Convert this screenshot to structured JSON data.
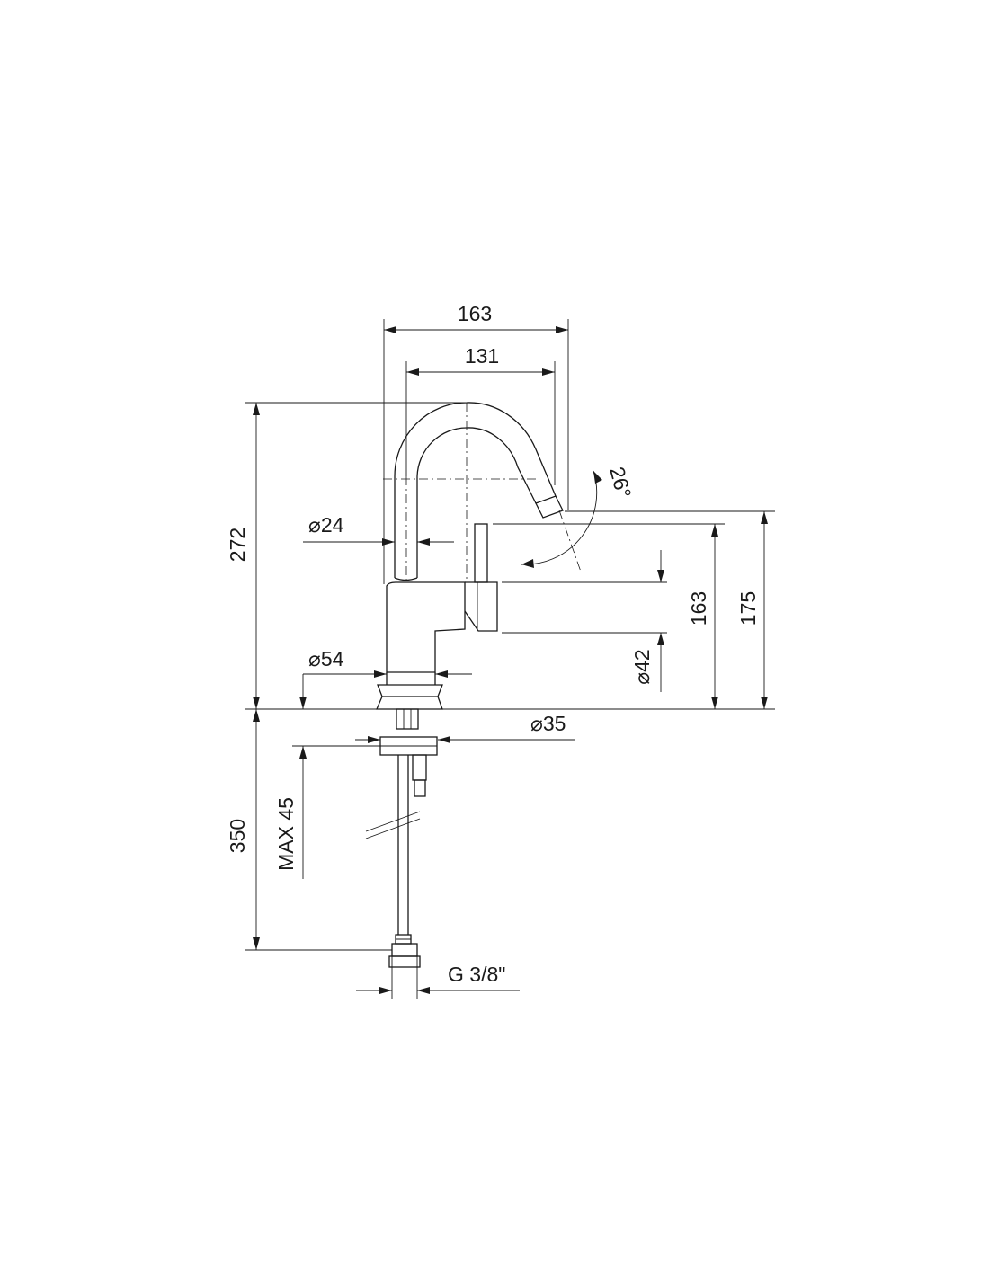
{
  "drawing": {
    "colors": {
      "ink": "#1a1a1a",
      "background": "#ffffff"
    },
    "dimensions": {
      "width_overall": "163",
      "width_spout": "131",
      "height_total": "272",
      "diameter_spout": "⌀24",
      "angle_spout": "26°",
      "height_handle": "163",
      "height_outlet": "175",
      "diameter_handle": "⌀42",
      "diameter_base": "⌀54",
      "diameter_hole": "⌀35",
      "hose_length": "350",
      "deck_thickness": "MAX 45",
      "connection_thread": "G 3/8\""
    }
  }
}
